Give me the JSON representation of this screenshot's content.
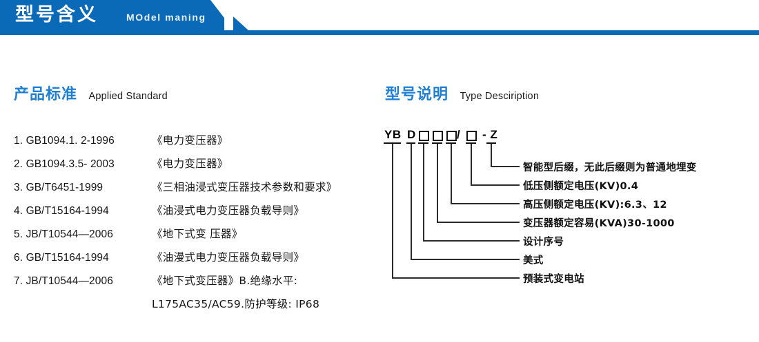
{
  "header": {
    "title_cn": "型号含义",
    "title_en": "MOdel maning",
    "accent_color": "#0a6ab8"
  },
  "sections": {
    "standard": {
      "title_cn": "产品标准",
      "title_en": "Applied Standard",
      "accent_color": "#1e7fd4",
      "items": [
        {
          "index": "1.",
          "code": "GB1094.1. 2-1996",
          "name": "《电力变压器》"
        },
        {
          "index": "2.",
          "code": "GB1094.3.5- 2003",
          "name": "《电力变压器》"
        },
        {
          "index": "3.",
          "code": "GB/T6451-1999",
          "name": "《三相油浸式变压器技术参数和要求》"
        },
        {
          "index": "4.",
          "code": "GB/T15164-1994",
          "name": "《油浸式电力变压器负载导则》"
        },
        {
          "index": "5.",
          "code": "JB/T10544—2006",
          "name": "《地下式变 压器》"
        },
        {
          "index": "6.",
          "code": "GB/T15164-1994",
          "name": "《油漫式电力变压器负载导则》"
        },
        {
          "index": "7.",
          "code": "JB/T10544—2006",
          "name": "《地下式变压器》B.绝缘水平:"
        }
      ],
      "continuation": "L175AC35/AC59.防护等级: IP68"
    },
    "type": {
      "title_cn": "型号说明",
      "title_en": "Type Desciription",
      "accent_color": "#1e7fd4",
      "code_tokens": [
        {
          "text": "YB",
          "kind": "text"
        },
        {
          "text": "D",
          "kind": "text"
        },
        {
          "text": "□",
          "kind": "box"
        },
        {
          "text": "□",
          "kind": "box"
        },
        {
          "text": "□",
          "kind": "box"
        },
        {
          "text": "/",
          "kind": "slash"
        },
        {
          "text": "□",
          "kind": "box"
        },
        {
          "text": "- Z",
          "kind": "text"
        }
      ],
      "code_string": "YB D □□□/□ - Z",
      "leaders": [
        {
          "label": "智能型后缀，无此后缀则为普通地埋变"
        },
        {
          "label": "低压侧额定电压(KV)0.4"
        },
        {
          "label": "高压侧额定电压(KV):6.3、12"
        },
        {
          "label": "变压器额定容易(KVA)30-1000"
        },
        {
          "label": "设计序号"
        },
        {
          "label": "美式"
        },
        {
          "label": "预装式变电站"
        }
      ]
    }
  }
}
